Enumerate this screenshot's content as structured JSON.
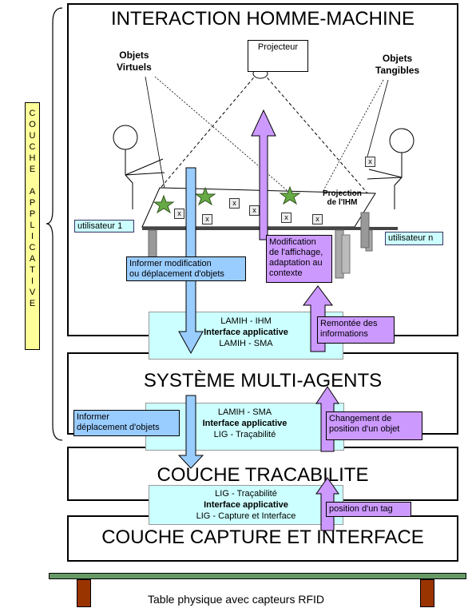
{
  "side_label": {
    "letters": [
      "C",
      "O",
      "U",
      "C",
      "H",
      "E",
      "",
      "A",
      "P",
      "P",
      "L",
      "I",
      "C",
      "A",
      "T",
      "I",
      "V",
      "E"
    ]
  },
  "layers": {
    "ihm": "INTERACTION HOMME-MACHINE",
    "sma": "SYSTÈME MULTI-AGENTS",
    "tracabilite": "COUCHE TRACABILITE",
    "capture": "COUCHE CAPTURE ET INTERFACE"
  },
  "scene": {
    "projecteur": "Projecteur",
    "objets_virtuels": [
      "Objets",
      "Virtuels"
    ],
    "objets_tangibles": [
      "Objets",
      "Tangibles"
    ],
    "projection": [
      "Projection",
      "de l'IHM"
    ],
    "utilisateur1": "utilisateur 1",
    "utilisateurn": "utilisateur n",
    "x_mark": "x"
  },
  "interfaces": {
    "ihm_sma": {
      "line1": "LAMIH - IHM",
      "line2": "Interface applicative",
      "line3": "LAMIH - SMA"
    },
    "sma_trac": {
      "line1": "LAMIH - SMA",
      "line2": "Interface applicative",
      "line3": "LIG - Traçabilité"
    },
    "trac_capt": {
      "line1": "LIG - Traçabilité",
      "line2": "Interface applicative",
      "line3": "LIG - Capture et Interface"
    }
  },
  "labels": {
    "informer_modif": [
      "Informer modification",
      "ou déplacement d'objets"
    ],
    "modification_affichage": [
      "Modification",
      "de l'affichage,",
      "adaptation au",
      "contexte"
    ],
    "remontee": [
      "Remontée des",
      "informations"
    ],
    "informer_depl": [
      "Informer",
      "déplacement d'objets"
    ],
    "changement": [
      "Changement  de",
      "position d'un objet"
    ],
    "position_tag": "position d'un tag"
  },
  "table_caption": "Table physique avec capteurs RFID",
  "colors": {
    "blue_arrow": "#99ccff",
    "purple_arrow": "#cc99ff",
    "interface": "#ccffff",
    "side_label": "#ffff99",
    "table_top": "#669966",
    "table_legs": "#993300",
    "star": "#66aa44"
  }
}
